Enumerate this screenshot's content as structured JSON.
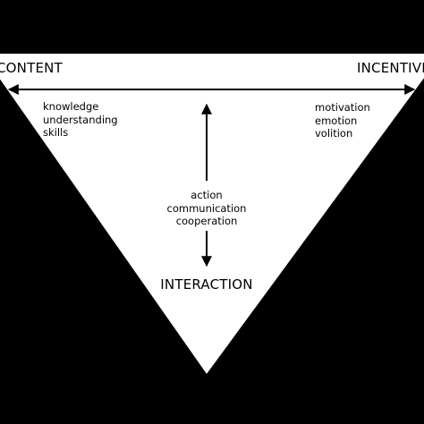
{
  "colors": {
    "background": "#000000",
    "triangle": "#ffffff",
    "ink": "#000000"
  },
  "labels": {
    "content": "CONTENT",
    "incentive": "INCENTIVE",
    "interaction": "INTERACTION"
  },
  "content_items": [
    "knowledge",
    "understanding",
    "skills"
  ],
  "incentive_items": [
    "motivation",
    "emotion",
    "volition"
  ],
  "interaction_items": [
    "action",
    "communication",
    "cooperation"
  ]
}
